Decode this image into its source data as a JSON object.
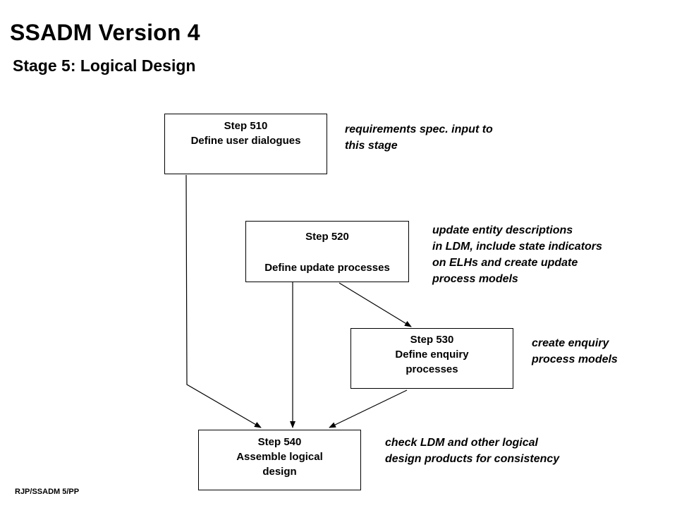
{
  "title": "SSADM Version 4",
  "subtitle": "Stage 5:  Logical Design",
  "steps": {
    "s510": {
      "line1": "Step 510",
      "line2": "Define user dialogues"
    },
    "s520": {
      "line1": "Step 520",
      "line2": "Define update processes"
    },
    "s530": {
      "line1": "Step 530",
      "line2": "Define enquiry",
      "line3": "processes"
    },
    "s540": {
      "line1": "Step 540",
      "line2": "Assemble logical",
      "line3": "design"
    }
  },
  "notes": {
    "n510": [
      "requirements spec. input to",
      "this stage"
    ],
    "n520": [
      "update entity descriptions",
      "in LDM, include state indicators",
      "on ELHs and create update",
      "process models"
    ],
    "n530": [
      "create enquiry",
      "process models"
    ],
    "n540": [
      "check LDM and other logical",
      "design products for consistency"
    ]
  },
  "footer": "RJP/SSADM 5/PP",
  "connections": [
    {
      "from": "Step 510",
      "to": "Step 540"
    },
    {
      "from": "Step 520",
      "to": "Step 540"
    },
    {
      "from": "Step 520",
      "to": "Step 530"
    },
    {
      "from": "Step 530",
      "to": "Step 540"
    }
  ]
}
